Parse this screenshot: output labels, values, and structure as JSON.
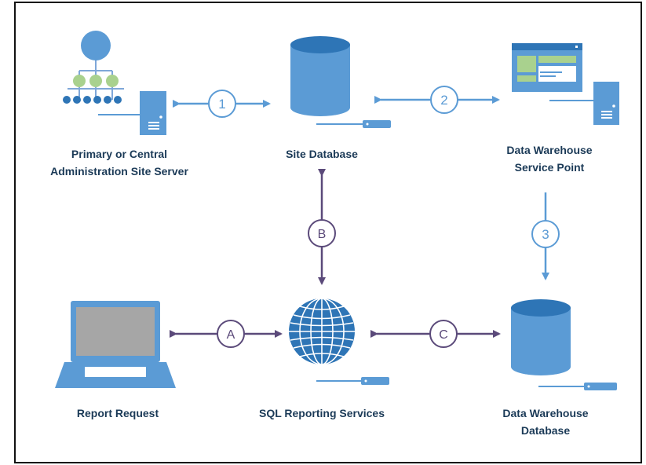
{
  "colors": {
    "blue": "#5b9bd5",
    "dark_blue": "#2e75b6",
    "green": "#a9d18e",
    "purple": "#5b4a7a",
    "circle_bg": "#ffffff",
    "label_text": "#1b3a57"
  },
  "nodes": {
    "primary_site_server": {
      "line1": "Primary or Central",
      "line2": "Administration Site Server",
      "icon": "site-hierarchy-server-icon"
    },
    "site_database": {
      "line1": "Site Database",
      "icon": "database-cylinder-icon"
    },
    "data_warehouse_service_point": {
      "line1": "Data Warehouse",
      "line2": "Service Point",
      "icon": "web-app-server-icon"
    },
    "report_request": {
      "line1": "Report Request",
      "icon": "laptop-icon"
    },
    "sql_reporting_services": {
      "line1": "SQL Reporting Services",
      "icon": "globe-icon"
    },
    "data_warehouse_database": {
      "line1": "Data Warehouse",
      "line2": "Database",
      "icon": "database-cylinder-icon"
    }
  },
  "connectors": {
    "c1": {
      "label": "1",
      "from": "primary_site_server",
      "to": "site_database"
    },
    "c2": {
      "label": "2",
      "from": "site_database",
      "to": "data_warehouse_service_point"
    },
    "c3": {
      "label": "3",
      "from": "data_warehouse_service_point",
      "to": "data_warehouse_database"
    },
    "cA": {
      "label": "A",
      "from": "report_request",
      "to": "sql_reporting_services"
    },
    "cB": {
      "label": "B",
      "from": "site_database",
      "to": "sql_reporting_services"
    },
    "cC": {
      "label": "C",
      "from": "sql_reporting_services",
      "to": "data_warehouse_database"
    }
  }
}
